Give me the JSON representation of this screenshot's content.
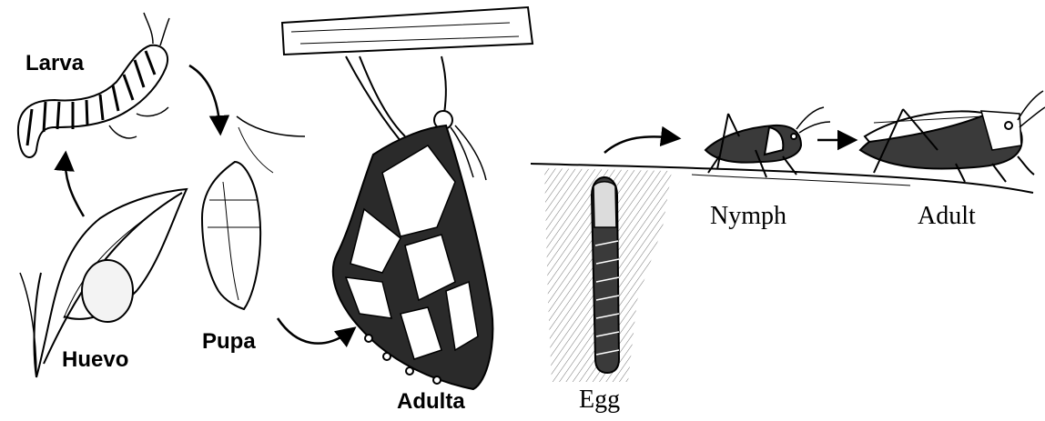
{
  "butterfly_cycle": {
    "larva": "Larva",
    "huevo": "Huevo",
    "pupa": "Pupa",
    "adulta": "Adulta"
  },
  "grasshopper_cycle": {
    "egg": "Egg",
    "nymph": "Nymph",
    "adult": "Adult"
  },
  "colors": {
    "ink": "#000000",
    "background": "#ffffff"
  }
}
